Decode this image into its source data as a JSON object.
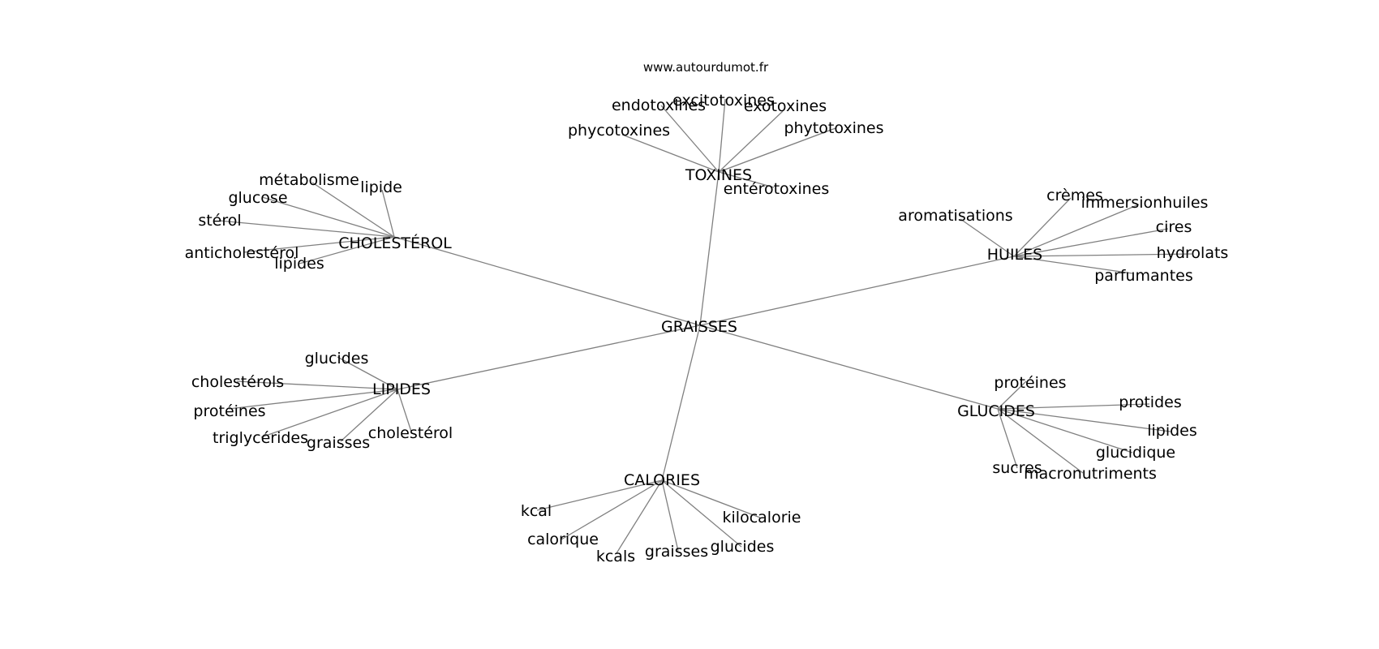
{
  "site": "www.autourdumot.fr",
  "graph": {
    "center": "GRAISSES",
    "clusters": [
      {
        "hub": "TOXINES",
        "leaves": [
          "endotoxines",
          "excitotoxines",
          "exotoxines",
          "phycotoxines",
          "phytotoxines",
          "entérotoxines"
        ]
      },
      {
        "hub": "CHOLESTÉROL",
        "leaves": [
          "métabolisme",
          "lipide",
          "glucose",
          "stérol",
          "anticholestérol",
          "lipides"
        ]
      },
      {
        "hub": "HUILES",
        "leaves": [
          "aromatisations",
          "crèmes",
          "immersionhuiles",
          "cires",
          "hydrolats",
          "parfumantes"
        ]
      },
      {
        "hub": "LIPIDES",
        "leaves": [
          "glucides",
          "cholestérols",
          "protéines",
          "triglycérides",
          "graisses",
          "cholestérol"
        ]
      },
      {
        "hub": "GLUCIDES",
        "leaves": [
          "protéines",
          "protides",
          "lipides",
          "glucidique",
          "sucres",
          "macronutriments"
        ]
      },
      {
        "hub": "CALORIES",
        "leaves": [
          "kcal",
          "kilocalorie",
          "calorique",
          "kcals",
          "graisses",
          "glucides"
        ]
      }
    ]
  }
}
